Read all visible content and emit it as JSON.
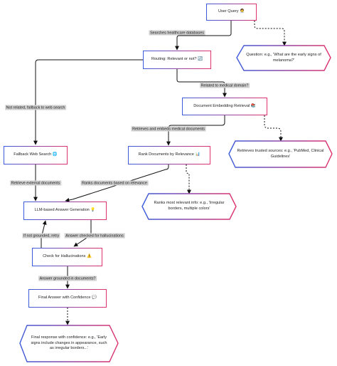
{
  "nodes": {
    "user_query": "User Query 🧑‍⚕️",
    "question": "Question: e.g., 'What are the early signs of melanoma?'",
    "routing": "Routing: Relevant or not? 🔄",
    "doc_embedding": "Document Embedding Retrieval 📚",
    "fallback": "Fallback Web Search 🌐",
    "rank_docs": "Rank Documents by Relevance 📊",
    "trusted_sources": "Retrieves trusted sources: e.g., 'PubMed, Clinical Guidelines'",
    "llm_answer": "LLM-based Answer Generation 💡",
    "ranks_info": "Ranks most relevant info: e.g., 'Irregular borders, multiple colors'",
    "check_halluc": "Check for Hallucinations ⚠️",
    "final_answer": "Final Answer with Confidence 💬",
    "final_response": "Final response with confidence: e.g., 'Early signs include changes in appearance, such as irregular borders...'"
  },
  "edge_labels": {
    "searches": "Searches healthcare databases",
    "related": "Related to medical domain?",
    "not_related": "Not related, fallback to web search",
    "retrieves_embeds": "Retrieves and embeds medical documents",
    "retrieve_external": "Retrieve external documents",
    "ranks_based": "Ranks documents based on relevance",
    "not_grounded": "If not grounded, retry",
    "answer_checked": "Answer checked for hallucinations",
    "grounded": "Answer grounded in documents?"
  },
  "colors": {
    "border_start": "#3b5bdb",
    "border_end": "#e0316e",
    "edge": "#111111",
    "label_bg": "#cfcfcf"
  }
}
